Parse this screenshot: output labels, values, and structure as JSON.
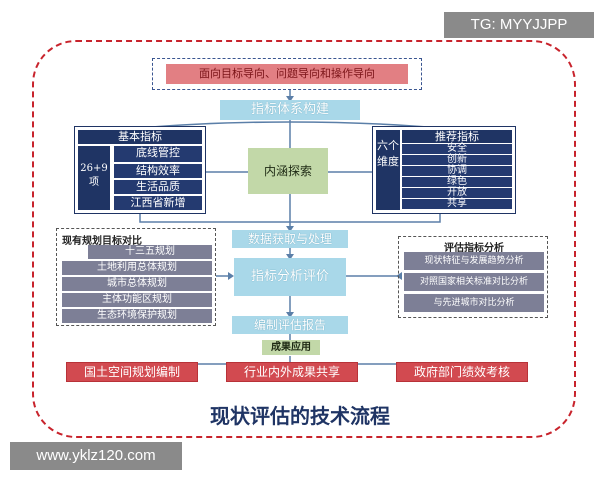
{
  "watermark_top": "TG: MYYJJPP",
  "watermark_bottom": "www.yklz120.com",
  "top_banner": "面向目标导向、问题导向和操作导向",
  "indicator_build": "指标体系构建",
  "basic": {
    "title": "基本指标",
    "count_label": "26+9项",
    "items": [
      "底线管控",
      "结构效率",
      "生活品质",
      "江西省新增"
    ]
  },
  "connotation": "内涵探索",
  "recommended": {
    "title": "推荐指标",
    "side_label": "六个维度",
    "items": [
      "安全",
      "创新",
      "协调",
      "绿色",
      "开放",
      "共享"
    ]
  },
  "data_processing": "数据获取与处理",
  "plan_compare": {
    "title": "现有规划目标对比",
    "items": [
      "十三五规划",
      "土地利用总体规划",
      "城市总体规划",
      "主体功能区规划",
      "生态环境保护规划"
    ]
  },
  "indicator_analysis": "指标分析评价",
  "eval_analysis": {
    "title": "评估指标分析",
    "items": [
      "现状特征与发展趋势分析",
      "对照国家相关标准对比分析",
      "与先进城市对比分析"
    ]
  },
  "report": "编制评估报告",
  "result_apply": "成果应用",
  "applications": [
    "国土空间规划编制",
    "行业内外成果共享",
    "政府部门绩效考核"
  ],
  "page_title": "现状评估的技术流程"
}
